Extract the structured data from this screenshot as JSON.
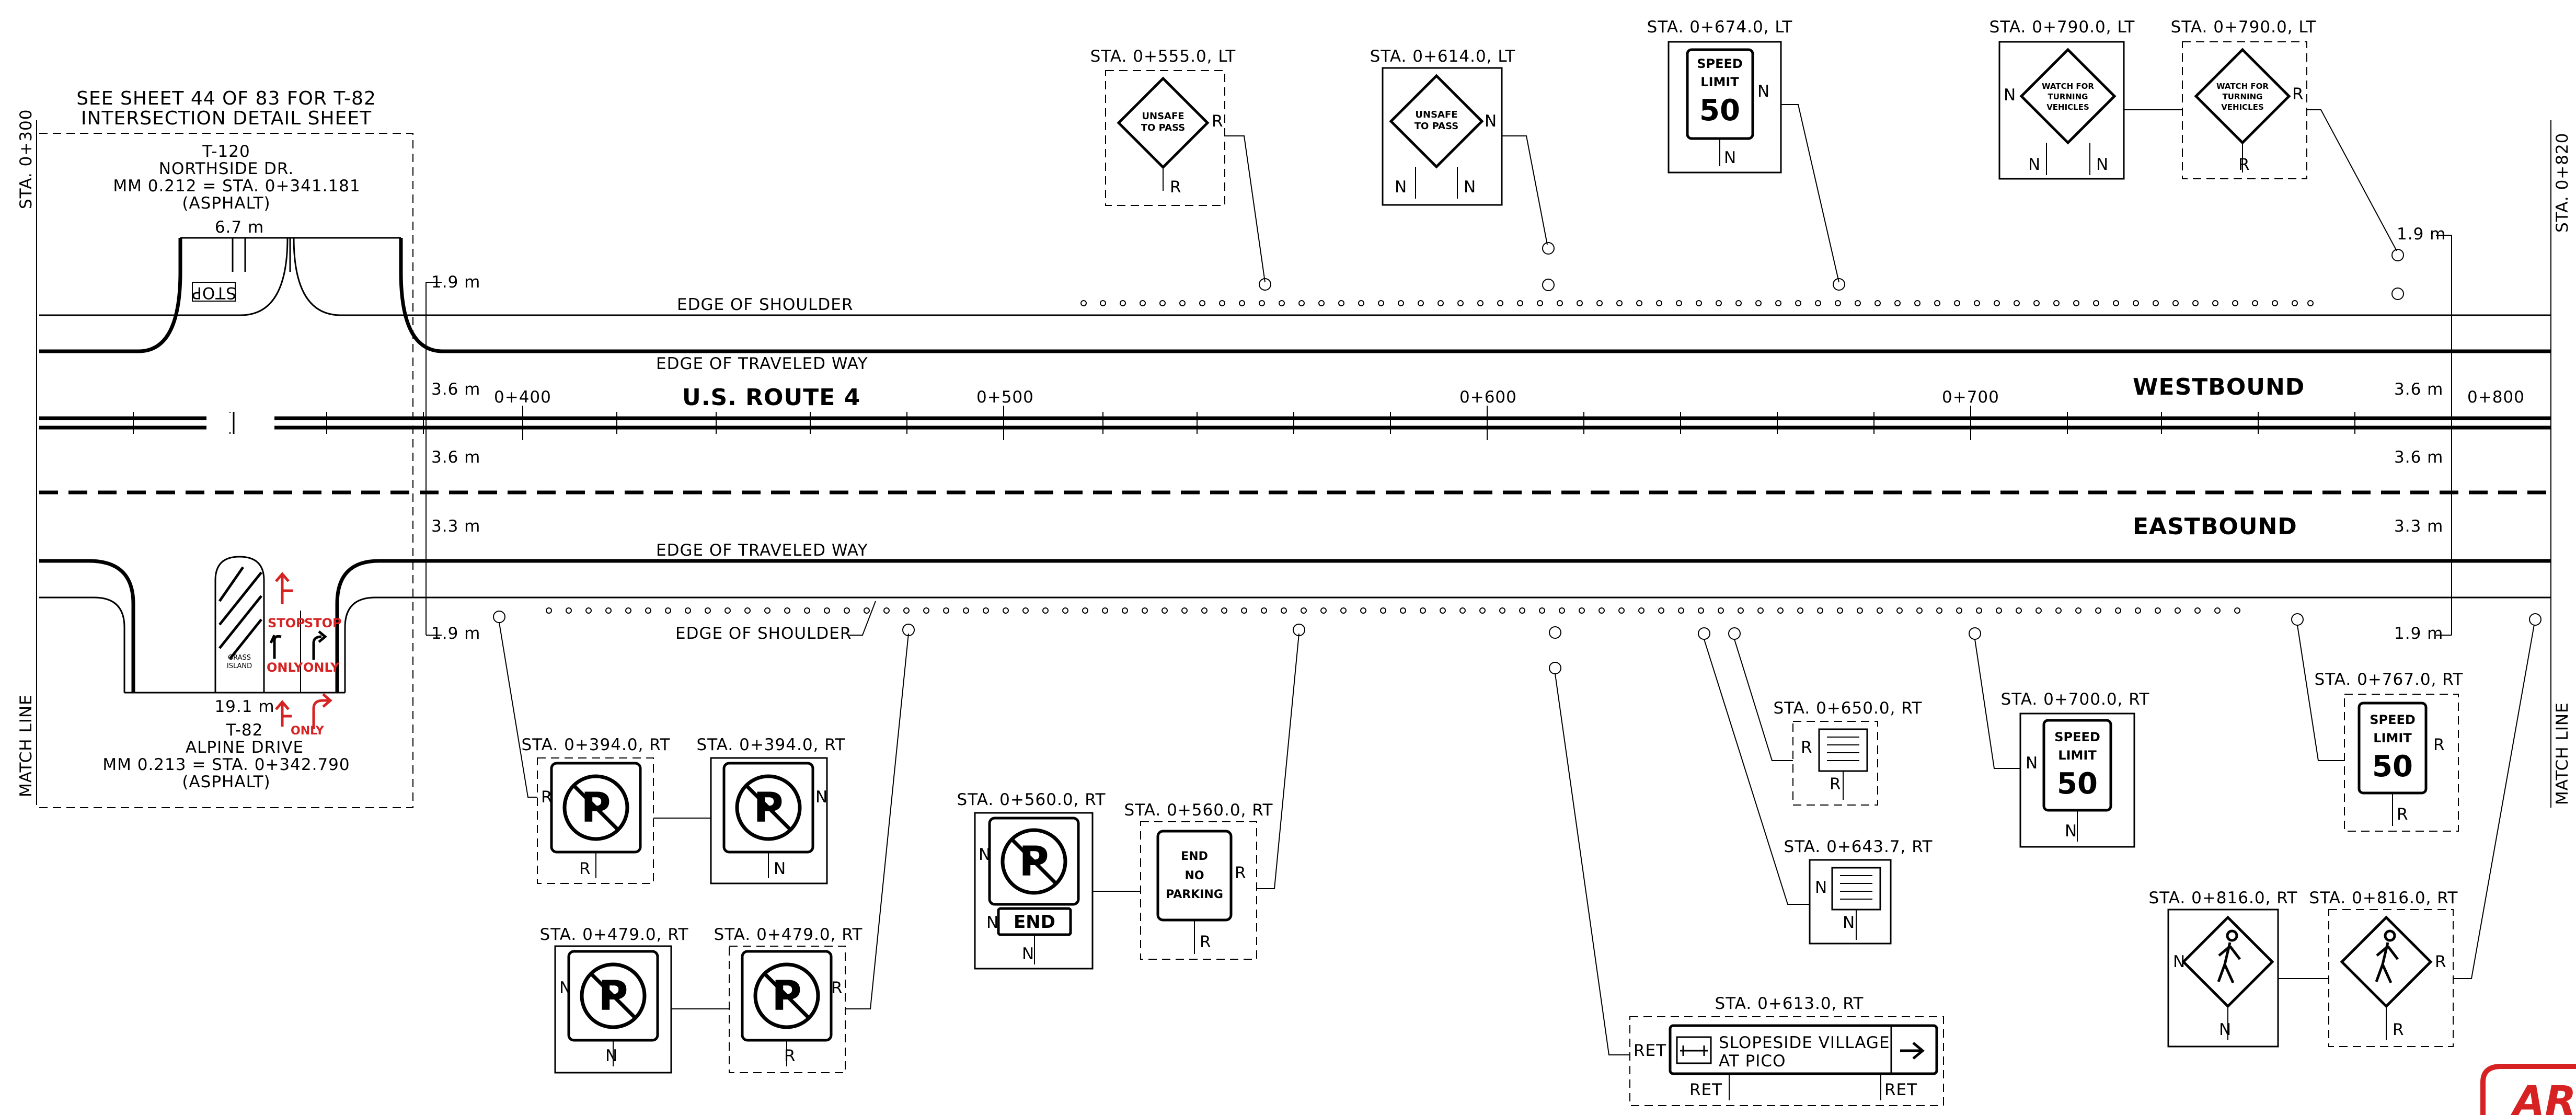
{
  "road": {
    "name": "U.S. ROUTE 4",
    "westbound": "WESTBOUND",
    "eastbound": "EASTBOUND",
    "edge_of_shoulder": "EDGE OF SHOULDER",
    "edge_of_traveled_way": "EDGE OF TRAVELED WAY",
    "stations": [
      "0+400",
      "0+500",
      "0+600",
      "0+700",
      "0+800"
    ],
    "lane_widths": {
      "shoulder_top": "1.9 m",
      "wb_lane": "3.6 m",
      "eb_lane_1": "3.6 m",
      "eb_lane_2": "3.3 m",
      "shoulder_bottom": "1.9 m"
    },
    "match_line": "MATCH LINE",
    "sta_left": "STA. 0+300",
    "sta_right": "STA. 0+820"
  },
  "side_roads": {
    "see_sheet": [
      "SEE SHEET 44 OF 83 FOR T-82",
      "INTERSECTION DETAIL SHEET"
    ],
    "north": {
      "id": "T-120",
      "name": "NORTHSIDE DR.",
      "mm": "MM 0.212 = STA. 0+341.181",
      "surface": "(ASPHALT)",
      "width": "6.7 m",
      "stop": "STOP"
    },
    "south": {
      "width": "19.1 m",
      "id": "T-82",
      "name": "ALPINE DRIVE",
      "mm": "MM 0.213 = STA. 0+342.790",
      "surface": "(ASPHALT)"
    },
    "island": [
      "GRASS",
      "ISLAND"
    ],
    "markings": {
      "stop": "STOP",
      "only": "ONLY"
    }
  },
  "signs": {
    "s555": {
      "sta": "STA. 0+555.0, LT",
      "text": [
        "UNSAFE",
        "TO PASS"
      ],
      "codes": [
        "R",
        "R"
      ]
    },
    "s614": {
      "sta": "STA. 0+614.0, LT",
      "text": [
        "UNSAFE",
        "TO PASS"
      ],
      "codes": [
        "N",
        "N",
        "N"
      ]
    },
    "s674": {
      "sta": "STA. 0+674.0, LT",
      "text": [
        "SPEED",
        "LIMIT",
        "50"
      ],
      "codes": [
        "N",
        "N"
      ]
    },
    "s790a": {
      "sta": "STA. 0+790.0, LT",
      "text": [
        "WATCH FOR",
        "TURNING",
        "VEHICLES"
      ],
      "codes": [
        "N",
        "N",
        "N"
      ]
    },
    "s790b": {
      "sta": "STA. 0+790.0, LT",
      "text": [
        "WATCH FOR",
        "TURNING",
        "VEHICLES"
      ],
      "codes": [
        "R",
        "R"
      ]
    },
    "s394a": {
      "sta": "STA. 0+394.0, RT",
      "codes": [
        "R",
        "R"
      ]
    },
    "s394b": {
      "sta": "STA. 0+394.0, RT",
      "codes": [
        "N",
        "N"
      ]
    },
    "s479a": {
      "sta": "STA. 0+479.0, RT",
      "codes": [
        "N",
        "N"
      ]
    },
    "s479b": {
      "sta": "STA. 0+479.0, RT",
      "codes": [
        "R",
        "R"
      ]
    },
    "s560a": {
      "sta": "STA. 0+560.0, RT",
      "text": [
        "END"
      ],
      "codes": [
        "N",
        "N",
        "N"
      ]
    },
    "s560b": {
      "sta": "STA. 0+560.0, RT",
      "text": [
        "END",
        "NO",
        "PARKING"
      ],
      "codes": [
        "R",
        "R"
      ]
    },
    "s650": {
      "sta": "STA. 0+650.0, RT",
      "codes": [
        "R",
        "R"
      ]
    },
    "s643": {
      "sta": "STA. 0+643.7, RT",
      "codes": [
        "N",
        "N"
      ]
    },
    "s700": {
      "sta": "STA. 0+700.0, RT",
      "text": [
        "SPEED",
        "LIMIT",
        "50"
      ],
      "codes": [
        "N",
        "N"
      ]
    },
    "s767": {
      "sta": "STA. 0+767.0, RT",
      "text": [
        "SPEED",
        "LIMIT",
        "50"
      ],
      "codes": [
        "R",
        "R"
      ]
    },
    "s816a": {
      "sta": "STA. 0+816.0, RT",
      "codes": [
        "N",
        "N"
      ]
    },
    "s816b": {
      "sta": "STA. 0+816.0, RT",
      "codes": [
        "R",
        "R"
      ]
    },
    "s613": {
      "sta": "STA. 0+613.0, RT",
      "text": [
        "SLOPESIDE VILLAGE",
        "AT PICO"
      ],
      "codes": [
        "RET",
        "RET",
        "RET"
      ]
    }
  },
  "logo": "AR",
  "colors": {
    "ink": "#000000",
    "marking_red": "#d62222",
    "logo_red": "#d62222",
    "paper": "#ffffff"
  }
}
